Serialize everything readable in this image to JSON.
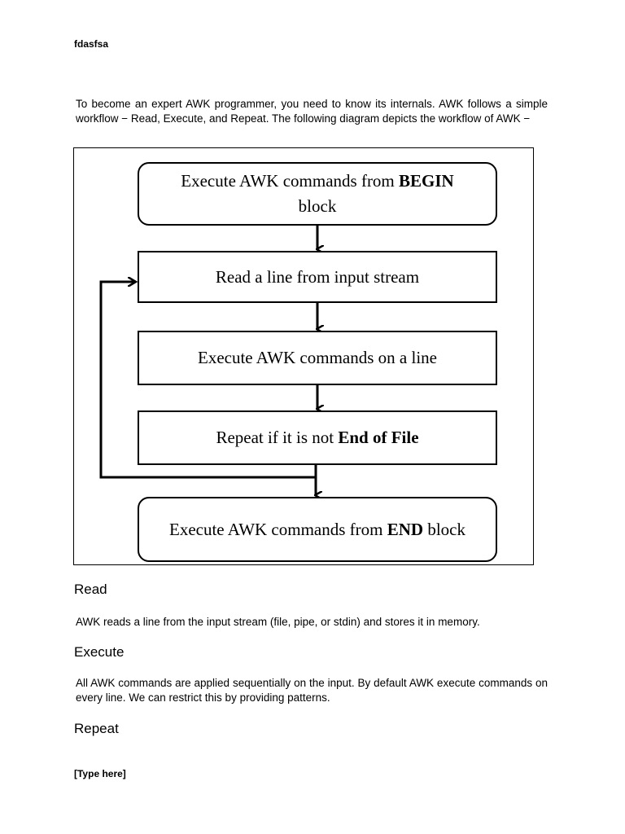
{
  "header": {
    "text": "fdasfsa"
  },
  "intro": "To become an expert AWK programmer, you need to know its internals. AWK follows a simple workflow − Read, Execute, and Repeat. The following diagram depicts the workflow of AWK −",
  "diagram": {
    "begin": {
      "prefix": "Execute AWK commands from ",
      "bold": "BEGIN",
      "suffix": "block"
    },
    "read": "Read a line from input stream",
    "execute_line": "Execute AWK commands on a line",
    "repeat": {
      "prefix": "Repeat if it is not ",
      "bold": "End of File"
    },
    "end": {
      "prefix": "Execute AWK commands from ",
      "bold": "END",
      "suffix": " block"
    }
  },
  "sections": {
    "read": {
      "heading": "Read",
      "body": "AWK reads a line from the input stream (file, pipe, or stdin) and stores it in memory."
    },
    "execute": {
      "heading": "Execute",
      "body": "All AWK commands are applied sequentially on the input. By default AWK execute commands on every line. We can restrict this by providing patterns."
    },
    "repeat": {
      "heading": "Repeat"
    }
  },
  "footer": {
    "text": "[Type here]"
  }
}
